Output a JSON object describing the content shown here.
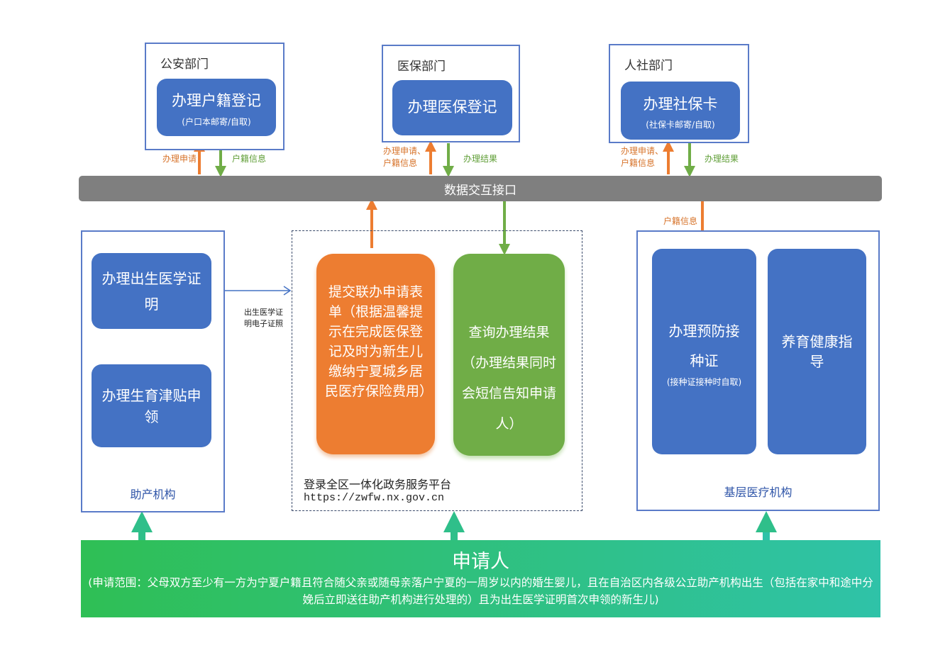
{
  "colors": {
    "blue": "#4472c4",
    "orange": "#ed7d31",
    "green": "#70ad47",
    "gray_bar": "#7f7f7f",
    "applicant_gradient": [
      "#2fbf55",
      "#2fc2a8"
    ]
  },
  "departments": [
    {
      "name": "公安部门",
      "task": "办理户籍登记",
      "note": "(户口本邮寄/自取)",
      "up_label": "办理申请",
      "down_label": "户籍信息"
    },
    {
      "name": "医保部门",
      "task": "办理医保登记",
      "note": "",
      "up_label": "办理申请、户籍信息",
      "down_label": "办理结果"
    },
    {
      "name": "人社部门",
      "task": "办理社保卡",
      "note": "(社保卡邮寄/自取)",
      "up_label": "办理申请、户籍信息",
      "down_label": "办理结果"
    }
  ],
  "interface_bar": "数据交互接口",
  "hospital": {
    "label": "助产机构",
    "tasks": [
      "办理出生医学证明",
      "办理生育津贴申领"
    ],
    "arrow_label": "出生医学证明电子证照"
  },
  "platform": {
    "submit": "提交联办申请表单（根据温馨提示在完成医保登记及时为新生儿缴纳宁夏城乡居民医疗保险费用）",
    "query": "查询办理结果（办理结果同时会短信告知申请人）",
    "name": "登录全区一体化政务服务平台",
    "url": "https://zwfw.nx.gov.cn"
  },
  "clinic": {
    "label": "基层医疗机构",
    "arrow_label": "户籍信息",
    "tasks": [
      {
        "title": "办理预防接种证",
        "note": "(接种证接种时自取)"
      },
      {
        "title": "养育健康指导",
        "note": ""
      }
    ]
  },
  "applicant": {
    "title": "申请人",
    "scope": "(申请范围：父母双方至少有一方为宁夏户籍且符合随父亲或随母亲落户宁夏的一周岁以内的婚生婴儿，且在自治区内各级公立助产机构出生（包括在家中和途中分娩后立即送往助产机构进行处理的）且为出生医学证明首次申领的新生儿)"
  }
}
